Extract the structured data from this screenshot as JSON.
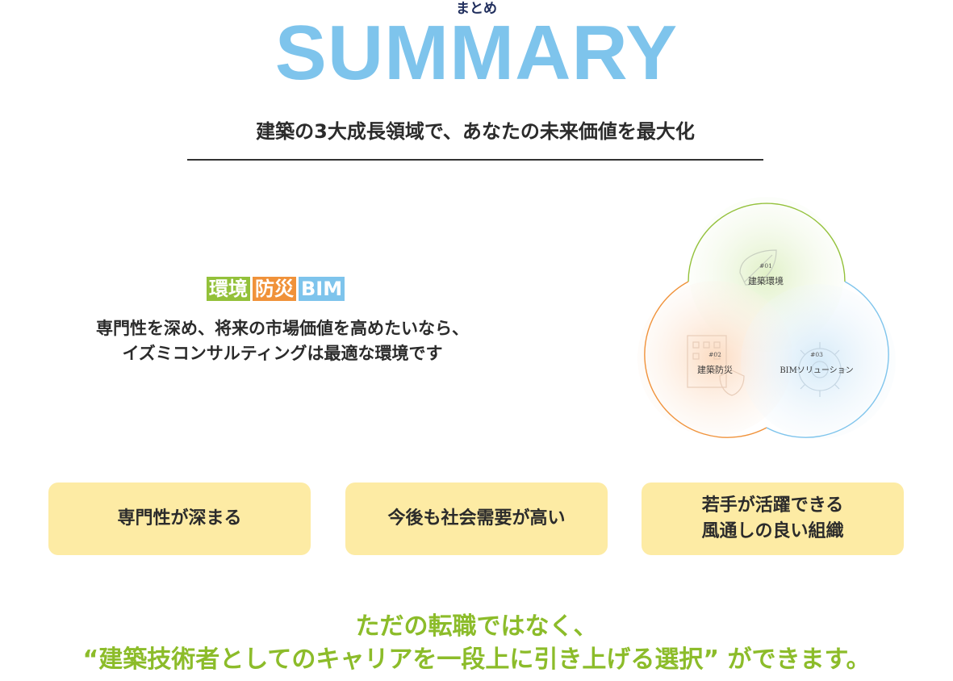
{
  "header": {
    "kicker": "まとめ",
    "title": "SUMMARY",
    "tagline": "建築の3大成長領域で、あなたの未来価値を最大化"
  },
  "tags": [
    {
      "label": "環境",
      "color": "#93c13a"
    },
    {
      "label": "防災",
      "color": "#f0923a"
    },
    {
      "label": "BIM",
      "color": "#7ec4ec"
    }
  ],
  "lead": {
    "line1": "専門性を深め、将来の市場価値を高めたいなら、",
    "line2": "イズミコンサルティングは最適な環境です"
  },
  "venn": {
    "circles": [
      {
        "num": "#01",
        "label": "建築環境",
        "color": "#93c13a",
        "icon": "leaf-icon"
      },
      {
        "num": "#02",
        "label": "建築防災",
        "color": "#f0923a",
        "icon": "building-shield-icon"
      },
      {
        "num": "#03",
        "label": "BIMソリューション",
        "color": "#7ec4ec",
        "icon": "gear-icon"
      }
    ]
  },
  "cards": [
    {
      "line1": "専門性が深まる",
      "line2": ""
    },
    {
      "line1": "今後も社会需要が高い",
      "line2": ""
    },
    {
      "line1": "若手が活躍できる",
      "line2": "風通しの良い組織"
    }
  ],
  "closing": {
    "line1": "ただの転職ではなく、",
    "line2": "“建築技術者としてのキャリアを一段上に引き上げる選択” ができます。"
  },
  "colors": {
    "accent_blue": "#7ec4ec",
    "accent_green": "#8cbc2a",
    "accent_orange": "#f0923a",
    "card_bg": "#fdeba4",
    "kicker": "#1f2d5c"
  }
}
